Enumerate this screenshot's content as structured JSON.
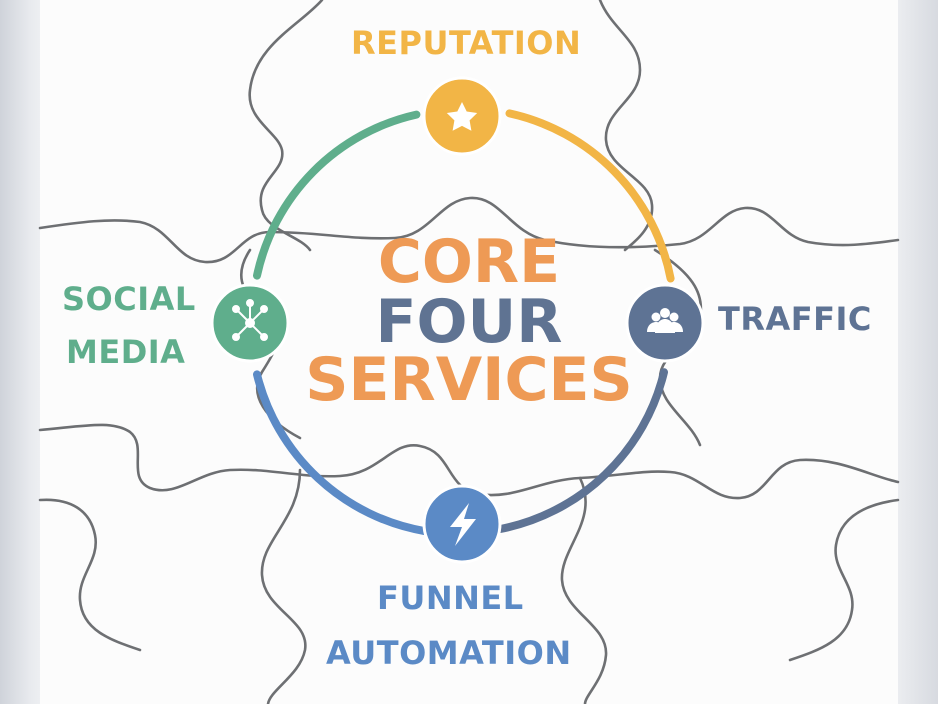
{
  "center": {
    "line1": "CORE",
    "line2": "FOUR",
    "line3": "SERVICES"
  },
  "nodes": {
    "reputation": {
      "label": "REPUTATION",
      "icon": "star-icon",
      "color": "#f2b546"
    },
    "traffic": {
      "label": "TRAFFIC",
      "icon": "people-icon",
      "color": "#5e7394"
    },
    "funnel": {
      "label_line1": "FUNNEL",
      "label_line2": "AUTOMATION",
      "icon": "lightning-icon",
      "color": "#5b8ac6"
    },
    "social": {
      "label_line1": "SOCIAL",
      "label_line2": "MEDIA",
      "icon": "network-icon",
      "color": "#5fae8c"
    }
  },
  "colors": {
    "orange_text": "#ee9a55",
    "slate_text": "#5f7392",
    "puzzle_lines": "#4c4e52"
  }
}
